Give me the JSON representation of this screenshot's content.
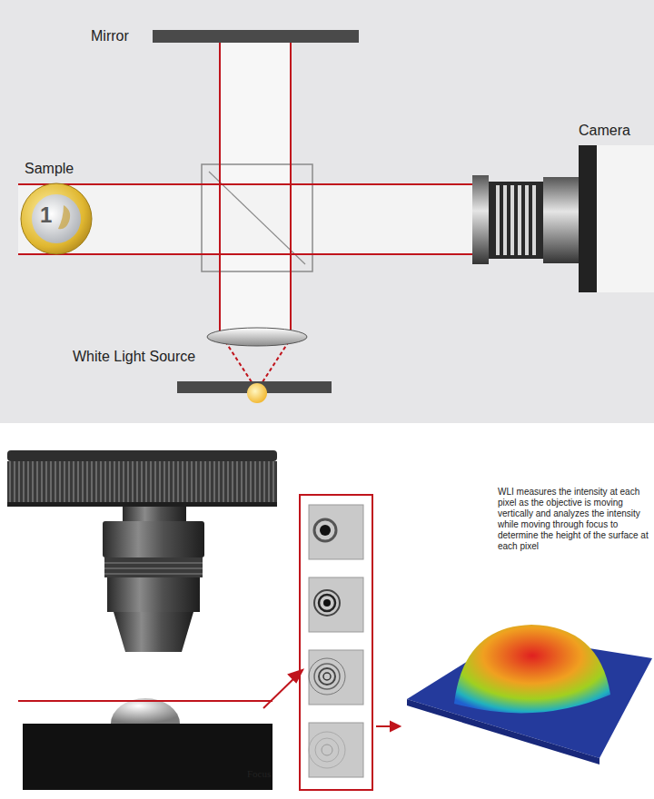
{
  "diagram": {
    "labels": [
      "Mirror",
      "Sample",
      "1",
      "Camera",
      "White Light Source",
      "WLI measures the intensity at each pixel as the objective is moving vertically and analyzes the intensity while moving through focus to determine the height of the surface at each pixel",
      "Focus"
    ]
  }
}
